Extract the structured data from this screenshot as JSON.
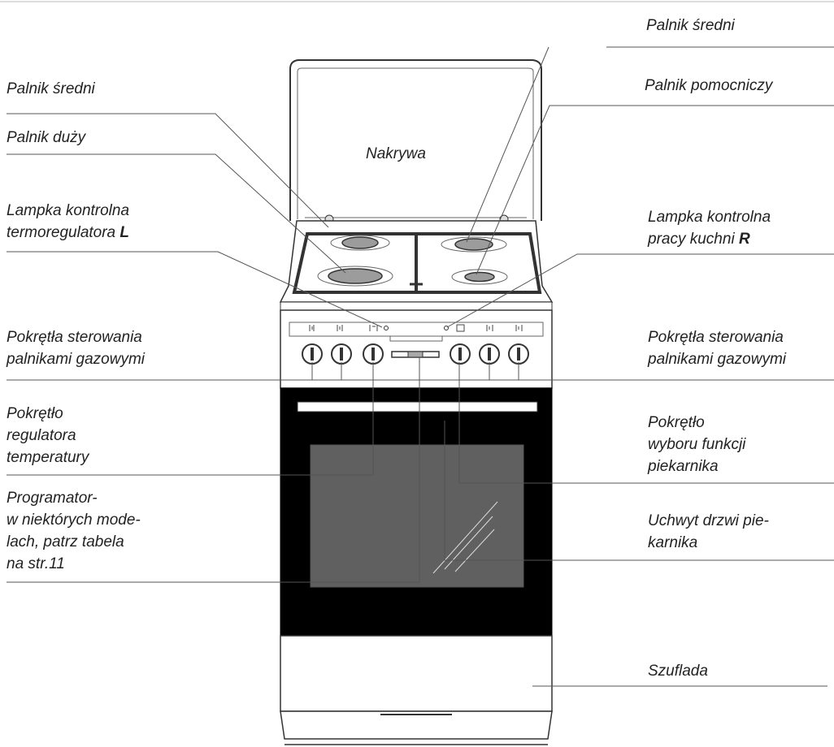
{
  "labels": {
    "lid": "Nakrywa",
    "right_burner_medium": "Palnik średni",
    "right_burner_aux": "Palnik pomocniczy",
    "left_burner_medium": "Palnik średni",
    "left_burner_large": "Palnik duży",
    "thermo_lamp": {
      "line1": "Lampka kontrolna",
      "line2": "termoregulatora",
      "letter": "L"
    },
    "work_lamp": {
      "line1": "Lampka kontrolna",
      "line2": "pracy kuchni",
      "letter": "R"
    },
    "knobs_left": {
      "line1": "Pokrętła sterowania",
      "line2": "palnikami gazowymi"
    },
    "knobs_right": {
      "line1": "Pokrętła sterowania",
      "line2": "palnikami gazowymi"
    },
    "temp_knob": {
      "line1": "Pokrętło",
      "line2": "regulatora",
      "line3": "temperatury"
    },
    "func_knob": {
      "line1": "Pokrętło",
      "line2": "wyboru funkcji",
      "line3": "piekarnika"
    },
    "programmer": {
      "line1": "Programator-",
      "line2": "w niektórych mode-",
      "line3": "lach, patrz tabela",
      "line4": "na str.11"
    },
    "handle": {
      "line1": "Uchwyt drzwi pie-",
      "line2": "karnika"
    },
    "drawer": "Szuflada"
  },
  "colors": {
    "line": "#555555",
    "text": "#222222",
    "oven_door": "#000000",
    "oven_window": "#606060",
    "burner": "#9c9c9c"
  }
}
